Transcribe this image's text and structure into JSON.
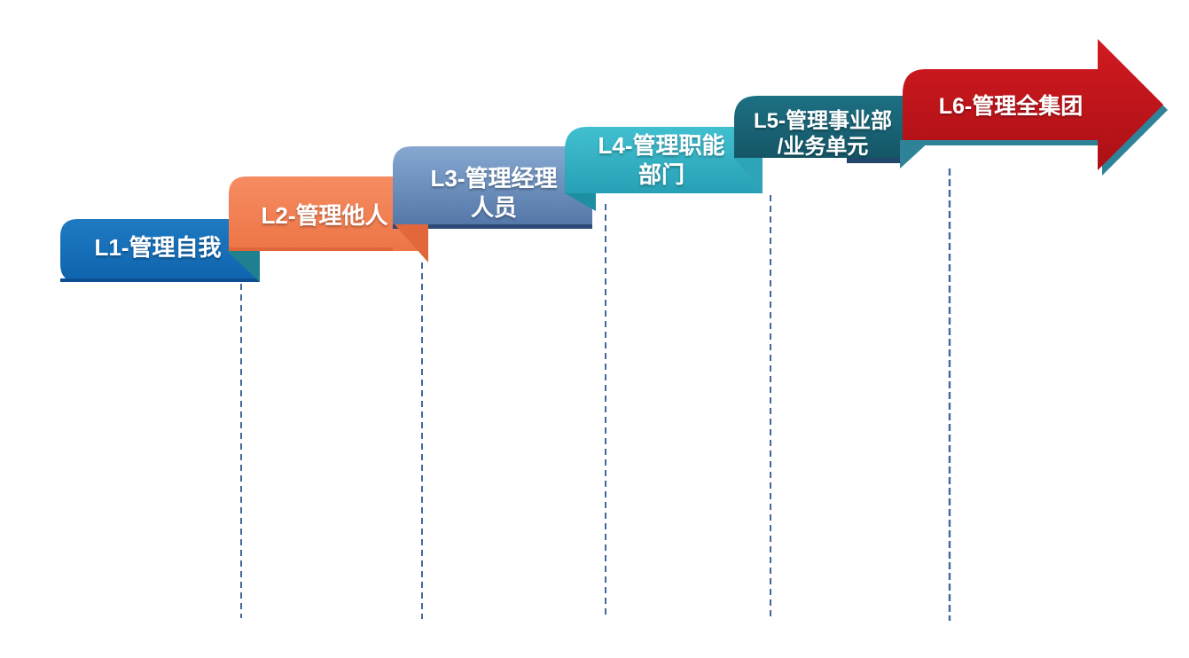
{
  "diagram": {
    "background": "#ffffff",
    "text_color": "#ffffff",
    "steps": [
      {
        "id": "L1",
        "label": "L1-管理自我",
        "line1": "L1-管理自我",
        "line2": "",
        "color_top": "#1e7ac2",
        "color_bottom": "#0f64ad",
        "edge": "#0c4f93"
      },
      {
        "id": "L2",
        "label": "L2-管理他人",
        "line1": "L2-管理他人",
        "line2": "",
        "color_top": "#f68c62",
        "color_bottom": "#ed7546",
        "edge": "#e0653a"
      },
      {
        "id": "L3",
        "label": "L3-管理经理人员",
        "line1": "L3-管理经理",
        "line2": "人员",
        "color_top": "#86a8d0",
        "color_bottom": "#5578a9",
        "edge": "#2b4a78"
      },
      {
        "id": "L4",
        "label": "L4-管理职能部门",
        "line1": "L4-管理职能",
        "line2": "部门",
        "color_top": "#41c0d0",
        "color_bottom": "#27a0b5",
        "edge": "#1d8fa0"
      },
      {
        "id": "L5",
        "label": "L5-管理事业部/业务单元",
        "line1": "L5-管理事业部",
        "line2": "/业务单元",
        "color_top": "#1d7083",
        "color_bottom": "#145666",
        "edge": "#23466e"
      },
      {
        "id": "L6",
        "label": "L6-管理全集团",
        "line1": "L6-管理全集团",
        "line2": "",
        "color_top": "#d11a20",
        "color_bottom": "#ab1016",
        "edge": "#2e8399"
      }
    ],
    "folds": [
      {
        "at": "L1-L2",
        "color": "#1f808f"
      },
      {
        "at": "L2-L3",
        "color": "#e2673a"
      },
      {
        "at": "L3-L4",
        "color": "#1d8fa0"
      },
      {
        "at": "L4-L5",
        "color": "#2ea4b8"
      },
      {
        "at": "L5-L6",
        "color": "#2e8399"
      }
    ],
    "arrow_shadow_color": "#2e8399",
    "drop_line": {
      "color": "#44679b"
    }
  }
}
